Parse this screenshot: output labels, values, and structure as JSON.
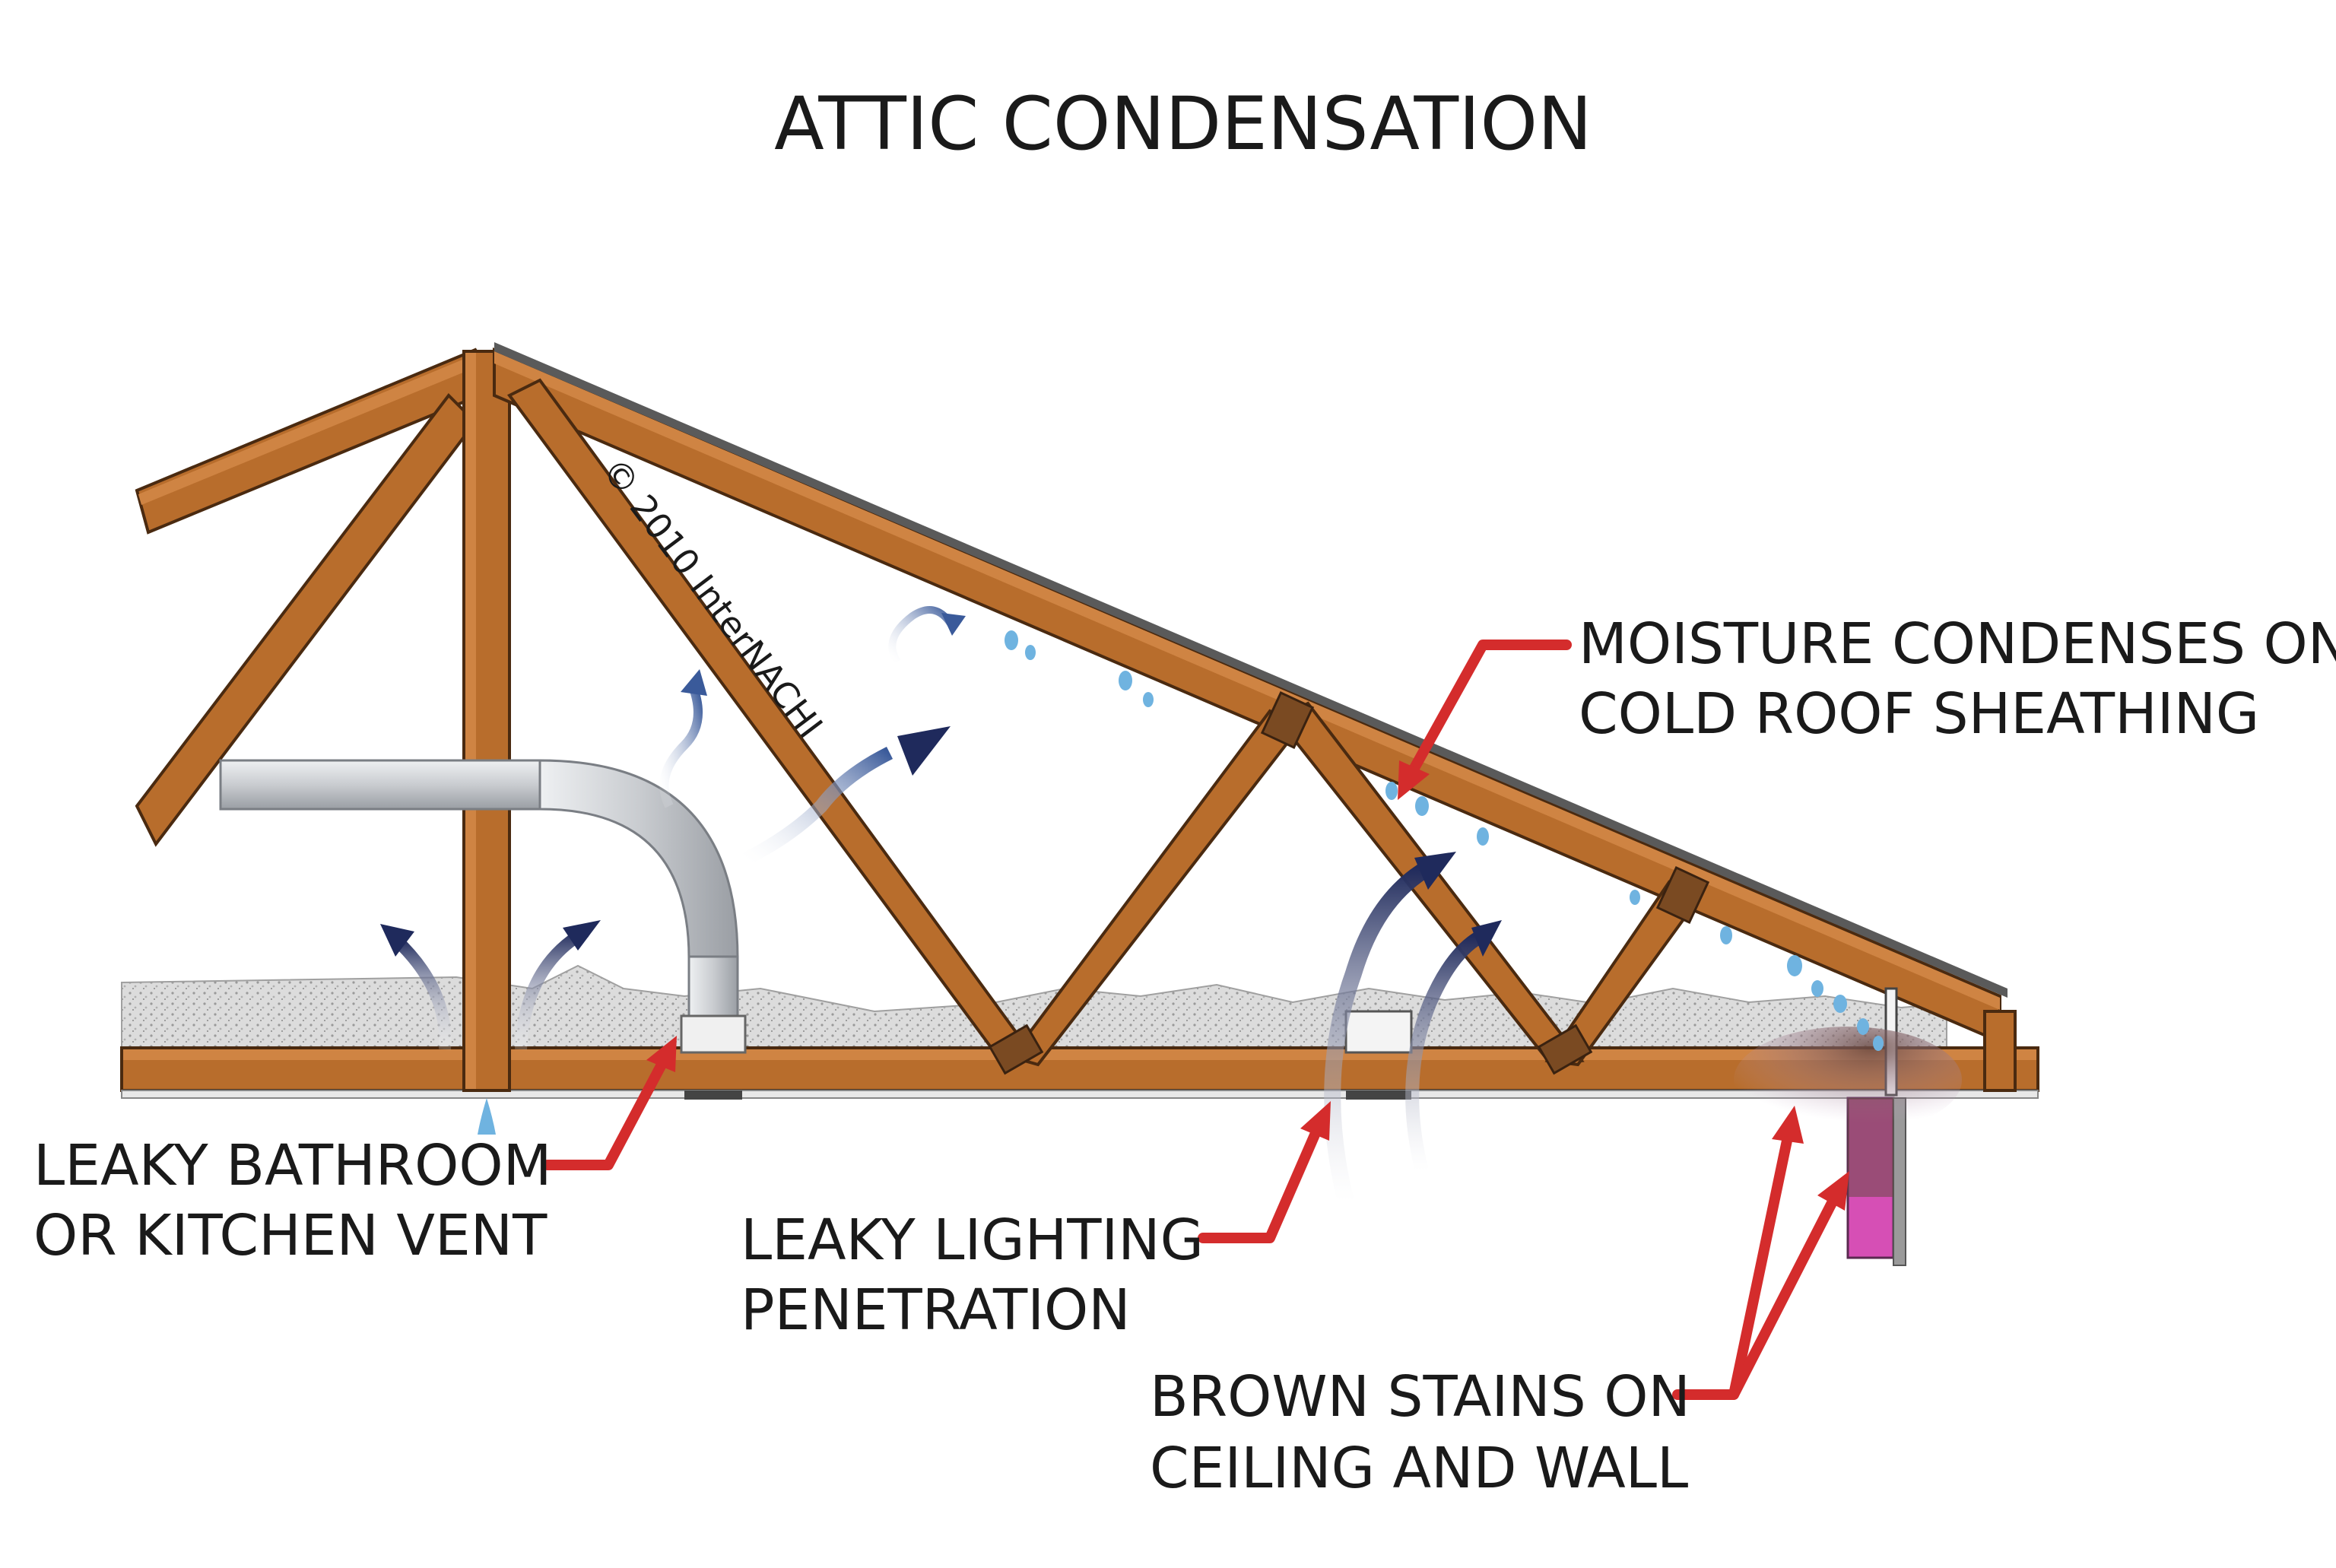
{
  "title": "ATTIC CONDENSATION",
  "copyright": "© 2010 InterNACHI",
  "callouts": {
    "moisture": {
      "line1": "MOISTURE CONDENSES ON",
      "line2": "COLD ROOF SHEATHING"
    },
    "vent": {
      "line1": "LEAKY BATHROOM",
      "line2": "OR KITCHEN VENT"
    },
    "lighting": {
      "line1": "LEAKY LIGHTING",
      "line2": "PENETRATION"
    },
    "stains": {
      "line1": "BROWN STAINS ON",
      "line2": "CEILING AND WALL"
    }
  },
  "colors": {
    "wood": "#b86d2c",
    "callout_arrow": "#d42c2c",
    "air_flow": "#1f2a5c",
    "moisture_drop": "#6fb3e0",
    "insulation": "#d8d8d8",
    "duct": "#c9ccd0",
    "stain": "#8a6a7a",
    "wall_section": "#d64fb5"
  }
}
